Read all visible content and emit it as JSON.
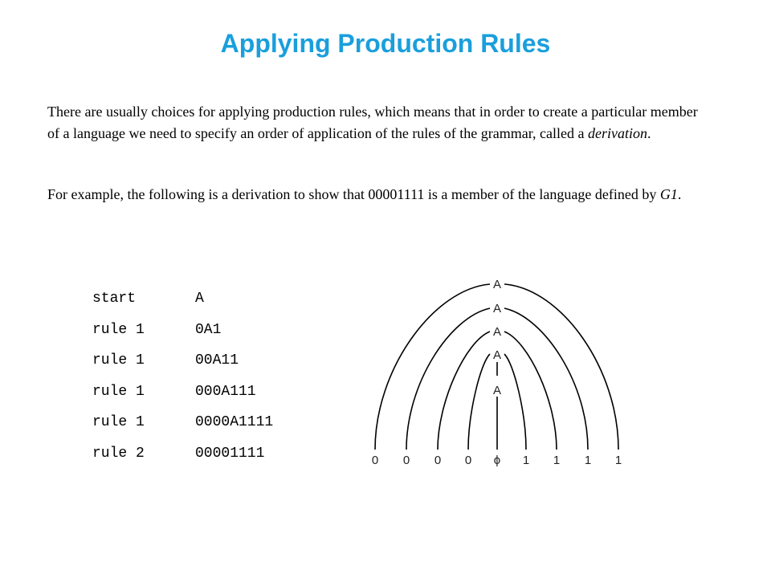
{
  "title": "Applying Production Rules",
  "paragraph1": {
    "before": "There are usually choices for applying production rules, which means that in order to create a particular member of a language we need to specify an order of application of the rules of the grammar, called a ",
    "emphasis": "derivation",
    "after": "."
  },
  "paragraph2": {
    "before": "For example, the following is a derivation to show that 00001111 is a member of the language defined by ",
    "emphasis": "G1",
    "after": "."
  },
  "derivation": [
    {
      "rule": "start",
      "string": "A"
    },
    {
      "rule": "rule 1",
      "string": "0A1"
    },
    {
      "rule": "rule 1",
      "string": "00A11"
    },
    {
      "rule": "rule 1",
      "string": "000A111"
    },
    {
      "rule": "rule 1",
      "string": "0000A1111"
    },
    {
      "rule": "rule 2",
      "string": "00001111"
    }
  ],
  "tree": {
    "nonterminal": "A",
    "leaves": [
      "0",
      "0",
      "0",
      "0",
      "ϕ",
      "1",
      "1",
      "1",
      "1"
    ]
  },
  "colors": {
    "title": "#1a9fdc",
    "text": "#000000"
  }
}
